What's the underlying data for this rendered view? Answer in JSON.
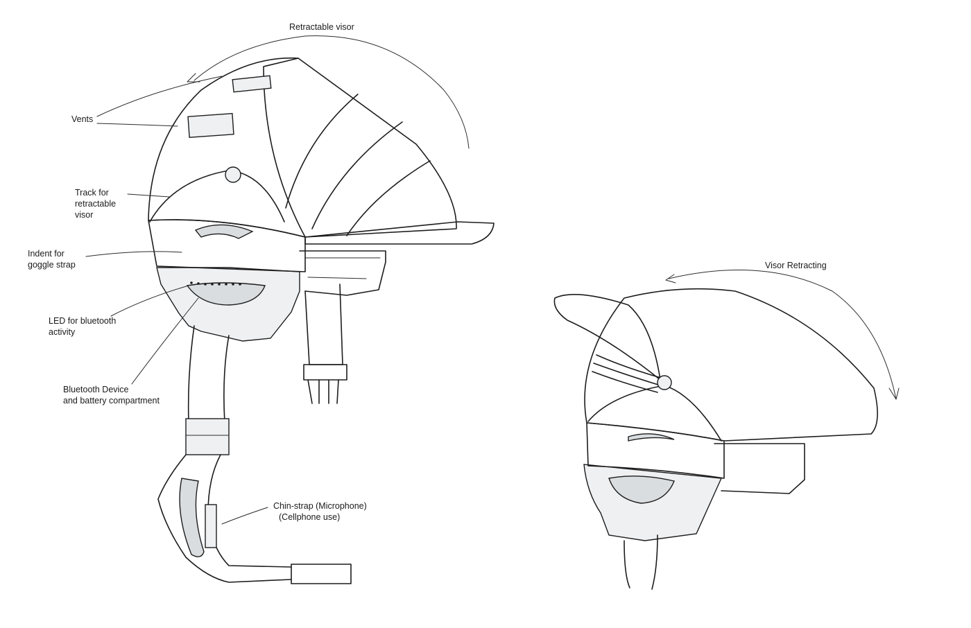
{
  "labels": {
    "retractable_visor": "Retractable visor",
    "vents": "Vents",
    "track": [
      "Track for",
      "retractable",
      "visor"
    ],
    "indent": [
      "Indent for",
      "goggle strap"
    ],
    "led": [
      "LED for bluetooth",
      "activity"
    ],
    "bluetooth": [
      "Bluetooth Device",
      "and battery compartment"
    ],
    "chinstrap": [
      "Chin-strap (Microphone)",
      "(Cellphone use)"
    ],
    "visor_retracting": "Visor  Retracting"
  },
  "colors": {
    "ink": "#1c1c1c",
    "shade": "#d9dde0",
    "paper": "#ffffff"
  }
}
